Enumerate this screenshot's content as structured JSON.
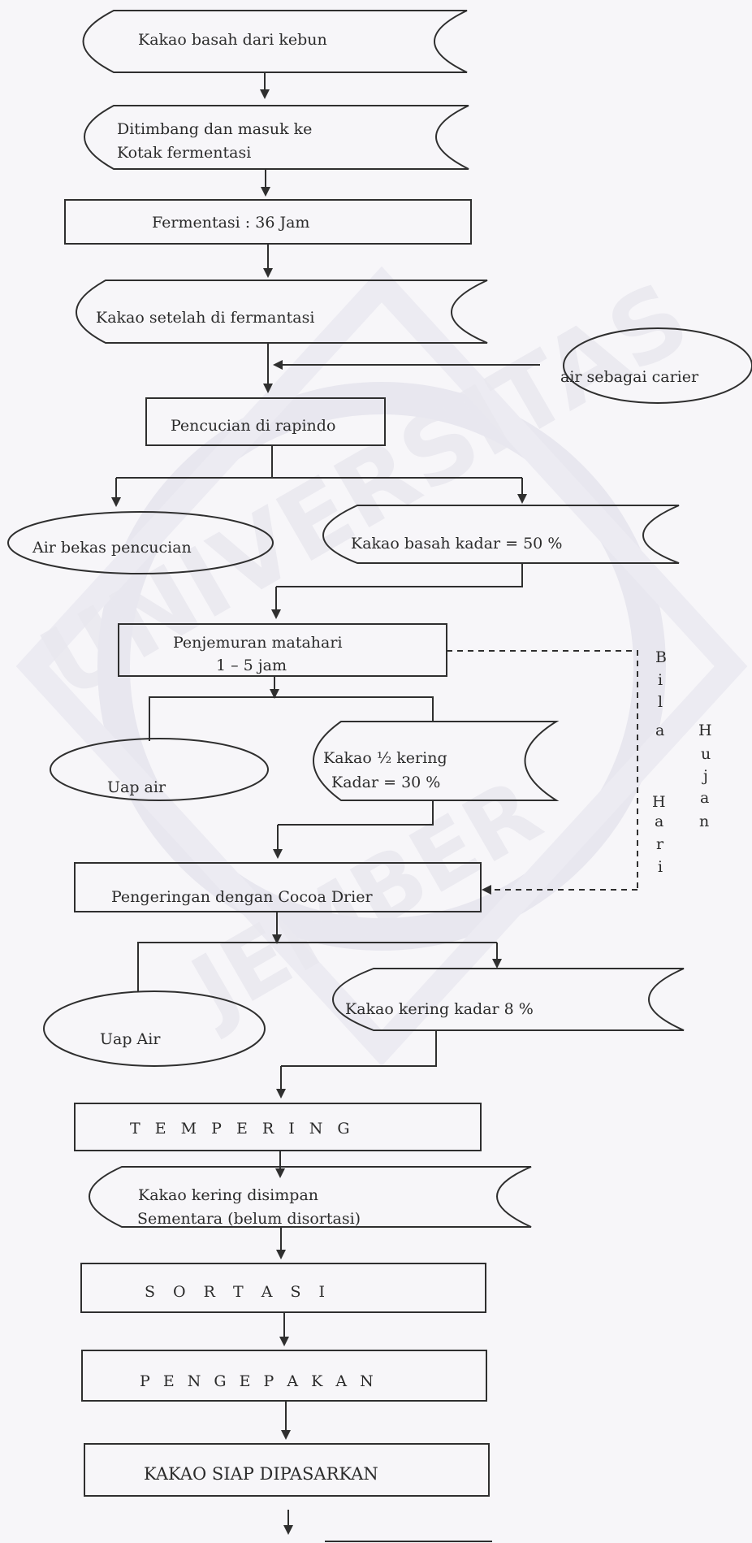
{
  "watermark": {
    "top_text": "UNIVERSITAS",
    "bottom_text": "JEMBER"
  },
  "nodes": {
    "kakao_basah_kebun": "Kakao basah dari kebun",
    "ditimbang_line1": "Ditimbang dan masuk ke",
    "ditimbang_line2": "Kotak fermentasi",
    "fermentasi": "Fermentasi : 36 Jam",
    "setelah_fermentasi": "Kakao setelah  di fermantasi",
    "air_carier": "air sebagai carier",
    "pencucian": "Pencucian di rapindo",
    "air_bekas": "Air bekas pencucian",
    "kakao_basah_50": "Kakao basah kadar = 50 %",
    "penjemuran_line1": "Penjemuran matahari",
    "penjemuran_line2": "1 – 5 jam",
    "uap_air_1": "Uap air",
    "setengah_kering_line1": "Kakao ½ kering",
    "setengah_kering_line2": "Kadar = 30 %",
    "pengeringan": "Pengeringan dengan Cocoa Drier",
    "uap_air_2": "Uap Air",
    "kakao_kering_8": "Kakao kering kadar 8 %",
    "tempering": "T E M P E R I N G",
    "disimpan_line1": "Kakao kering disimpan",
    "disimpan_line2": "Sementara (belum disortasi)",
    "sortasi": "S O R T A S I",
    "pengepakan": "P E N G E P A K A N",
    "siap_dipasarkan": "KAKAO SIAP DIPASARKAN"
  },
  "side_note": {
    "column1": [
      "B",
      "i",
      "l",
      "a",
      "",
      "H",
      "a",
      "r",
      "i"
    ],
    "column2": [
      "H",
      "u",
      "j",
      "a",
      "n"
    ]
  }
}
